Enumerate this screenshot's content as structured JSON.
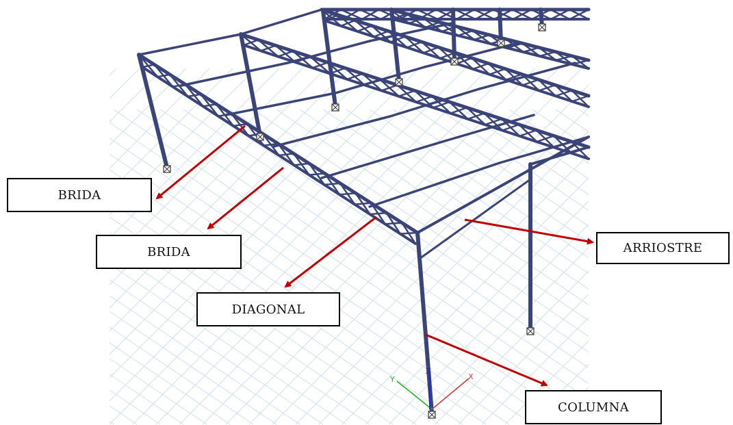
{
  "labels": {
    "brida_1": "BRIDA",
    "brida_2": "BRIDA",
    "diagonal": "DIAGONAL",
    "arriostre": "ARRIOSTRE",
    "columna": "COLUMNA"
  },
  "axes": {
    "x": "X",
    "y": "Y",
    "z": "Z"
  },
  "colors": {
    "structure": "#3b4476",
    "arrow": "#c00000",
    "grid": "#cfe0ee",
    "support": "#444444"
  }
}
